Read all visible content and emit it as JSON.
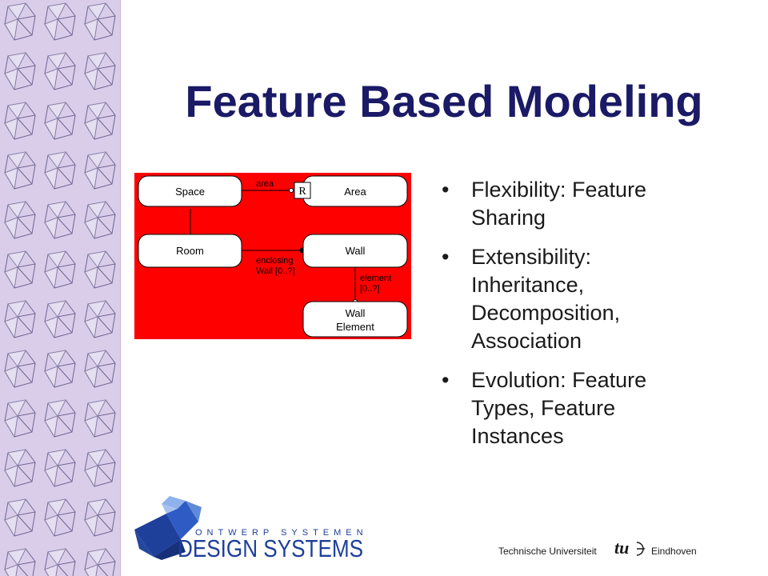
{
  "slide": {
    "title": "Feature Based Modeling",
    "bullets": [
      "Flexibility: Feature Sharing",
      "Extensibility: Inheritance, Decomposition, Association",
      "Evolution: Feature Types, Feature Instances"
    ]
  },
  "diagram": {
    "background_color": "#ff0000",
    "nodes": {
      "space": "Space",
      "area": "Area",
      "room": "Room",
      "wall": "Wall",
      "wall_element_line1": "Wall",
      "wall_element_line2": "Element"
    },
    "labels": {
      "area": "area",
      "r_marker": "R",
      "enclosing_line1": "enclosing",
      "enclosing_line2": "Wall [0..?]",
      "element_line1": "element",
      "element_line2": "[0..?]"
    }
  },
  "footer": {
    "logo_top": "ONTWERP SYSTEMEN",
    "logo_main": "DESIGN SYSTEMS",
    "tu_left": "Technische Universiteit",
    "tu_mark": "tu",
    "tu_right": "Eindhoven"
  },
  "colors": {
    "title": "#1a1a66",
    "strip": "#d9cdea",
    "logo_blue": "#1e3f9a"
  }
}
